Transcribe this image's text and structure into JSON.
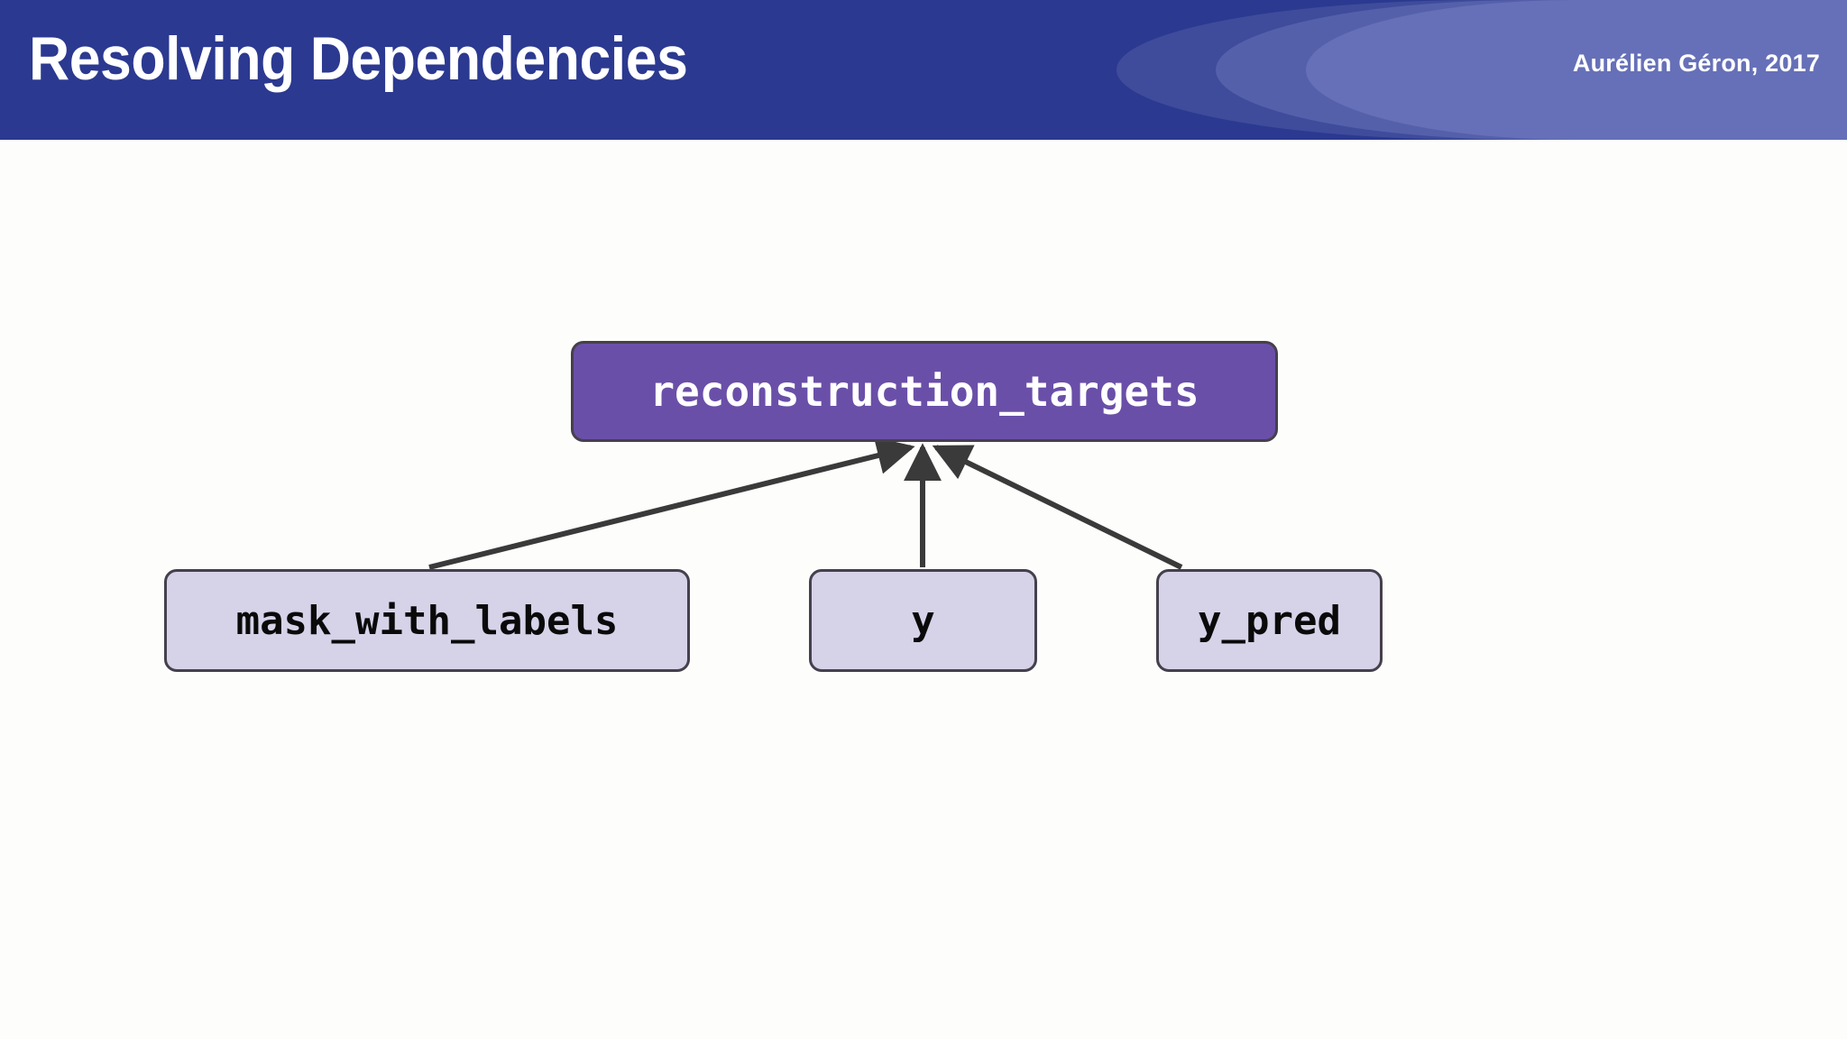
{
  "header": {
    "title": "Resolving Dependencies",
    "attribution": "Aurélien Géron, 2017",
    "background_color": "#2B3990",
    "swoosh_colors": [
      "#3F4C9B",
      "#5560AB",
      "#6670B8"
    ],
    "text_color": "#FFFFFF"
  },
  "slide": {
    "background_color": "#FDFDFB"
  },
  "diagram": {
    "type": "dependency-graph",
    "description": "Dependency graph showing three inputs feeding into reconstruction_targets",
    "edge_color": "#3A3A3A",
    "node_border_color": "#45404C",
    "nodes": [
      {
        "id": "reconstruction_targets",
        "label": "reconstruction_targets",
        "role": "root",
        "fill_color": "#6A4FA8",
        "text_color": "#FFFFFF"
      },
      {
        "id": "mask_with_labels",
        "label": "mask_with_labels",
        "role": "leaf",
        "fill_color": "#D6D2E8",
        "text_color": "#0A0A0A"
      },
      {
        "id": "y",
        "label": "y",
        "role": "leaf",
        "fill_color": "#D6D2E8",
        "text_color": "#0A0A0A"
      },
      {
        "id": "y_pred",
        "label": "y_pred",
        "role": "leaf",
        "fill_color": "#D6D2E8",
        "text_color": "#0A0A0A"
      }
    ],
    "edges": [
      {
        "from": "mask_with_labels",
        "to": "reconstruction_targets",
        "arrow": "to"
      },
      {
        "from": "y",
        "to": "reconstruction_targets",
        "arrow": "to"
      },
      {
        "from": "y_pred",
        "to": "reconstruction_targets",
        "arrow": "to"
      }
    ]
  }
}
